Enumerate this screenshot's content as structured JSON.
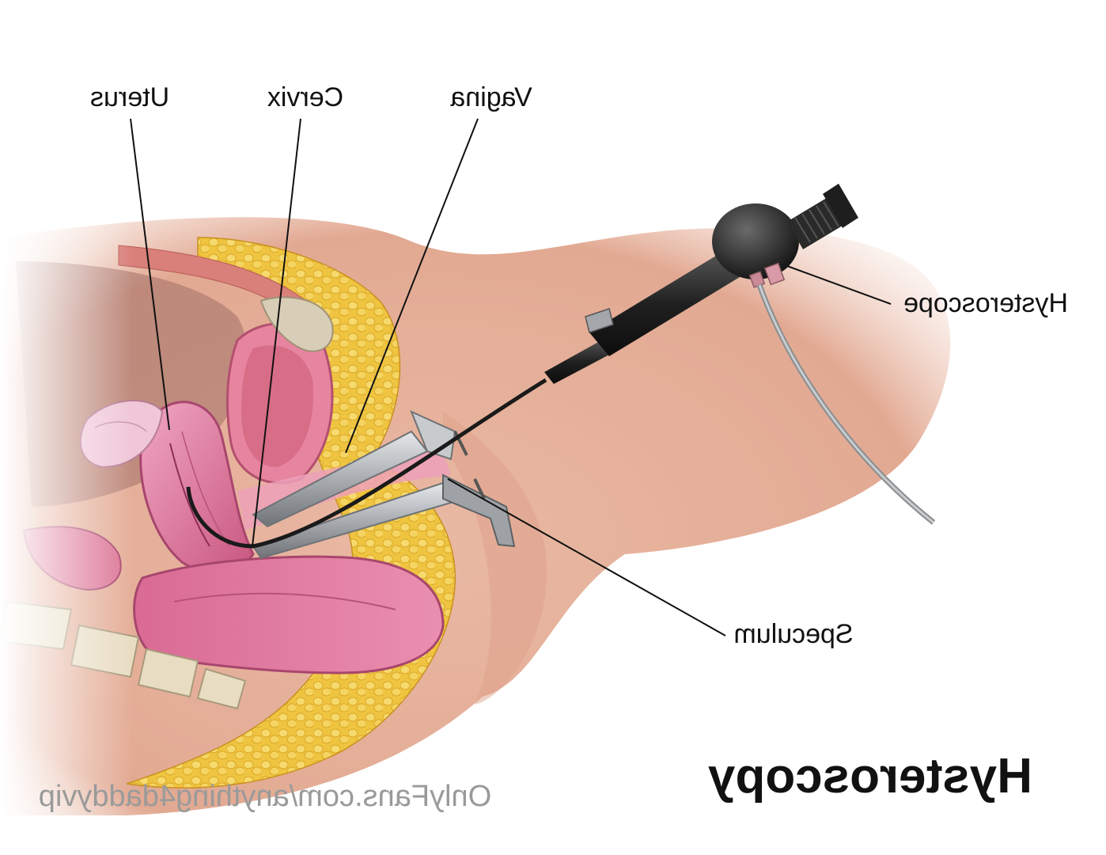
{
  "labels": {
    "uterus": "Uterus",
    "cervix": "Cervix",
    "vagina": "Vagina",
    "hysteroscope": "Hysteroscope",
    "speculum": "Speculum"
  },
  "title": "Hysteroscopy",
  "watermark": "OnlyFans.com/anything4daddyvip",
  "colors": {
    "skin": "#e8b6a2",
    "fat": "#f1c94a",
    "uterus": "#e07aa0",
    "instrument": "#2a2a2a",
    "speculum_metal": "#b8bcc0",
    "label_text": "#111111",
    "watermark_text": "#9a9a9a"
  }
}
